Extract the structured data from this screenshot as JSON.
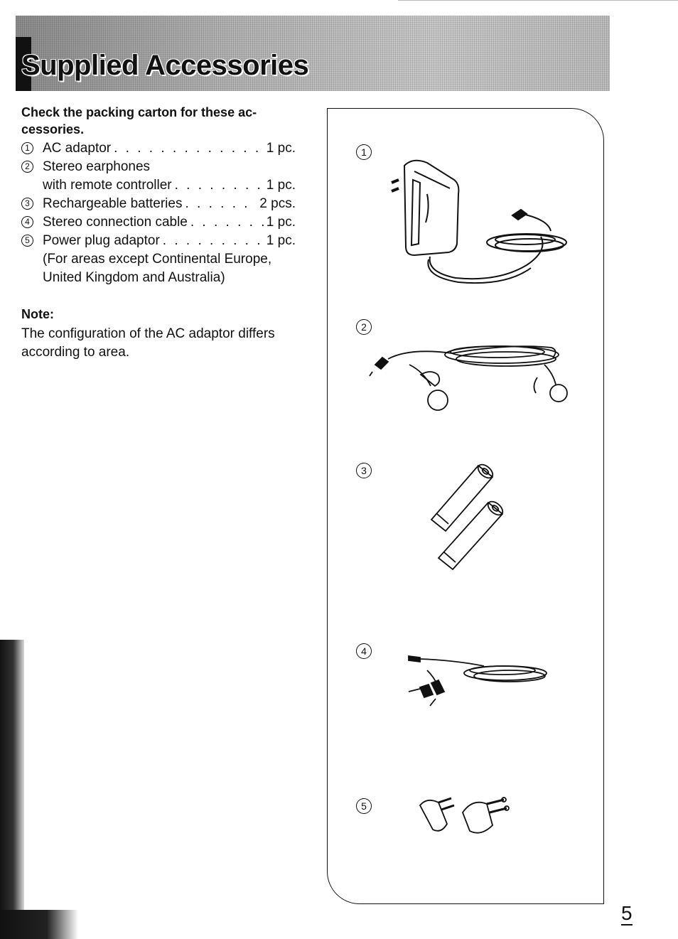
{
  "header": {
    "title": "Supplied Accessories"
  },
  "intro": "Check the packing carton for these ac-cessories.",
  "items": [
    {
      "num": "1",
      "name": "AC adaptor",
      "qty": "1 pc."
    },
    {
      "num": "2",
      "name": "Stereo earphones",
      "sub": "with remote controller",
      "qty": "1 pc."
    },
    {
      "num": "3",
      "name": "Rechargeable batteries",
      "qty": "2 pcs."
    },
    {
      "num": "4",
      "name": "Stereo connection cable",
      "qty": "1 pc."
    },
    {
      "num": "5",
      "name": "Power plug adaptor",
      "qty": "1 pc.",
      "extra": "(For areas except Continental Europe, United Kingdom and Australia)"
    }
  ],
  "note": {
    "heading": "Note:",
    "text": "The configuration of the AC adaptor differs according to area."
  },
  "panel": {
    "labels": [
      "1",
      "2",
      "3",
      "4",
      "5"
    ]
  },
  "page_number": "5"
}
